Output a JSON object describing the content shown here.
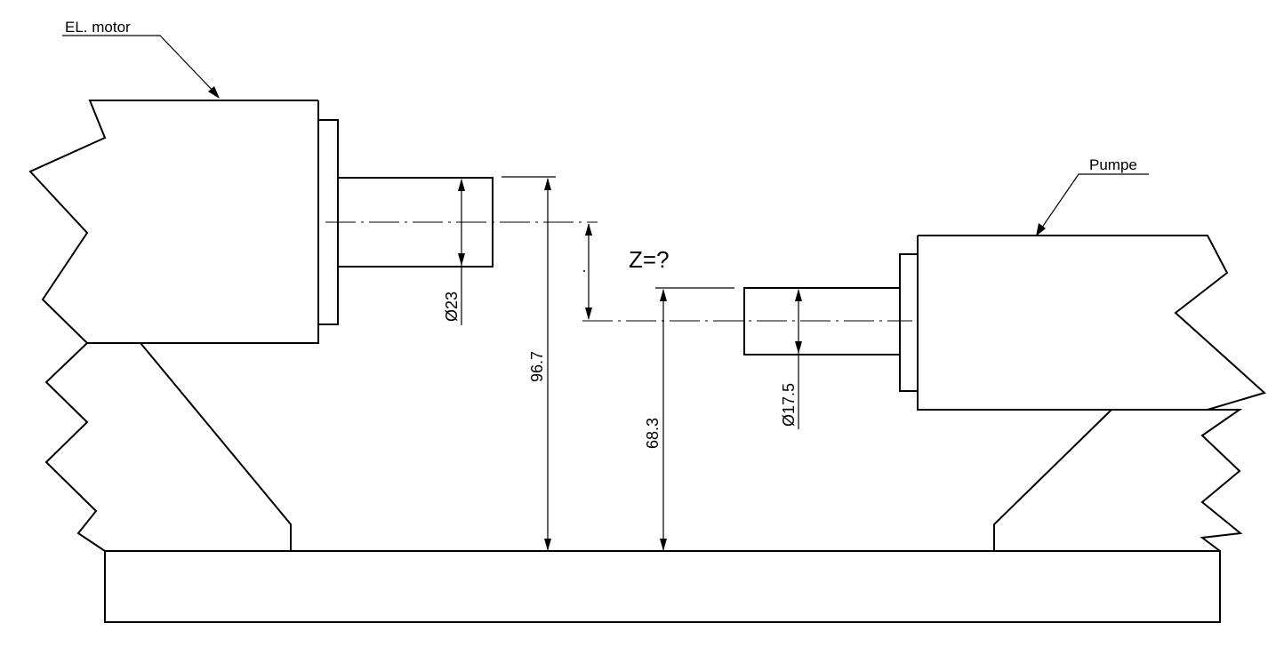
{
  "labels": {
    "motor": "EL. motor",
    "pump": "Pumpe",
    "unknown": "Z=?"
  },
  "dimensions": {
    "motor_shaft_diameter": "Ø23",
    "pump_shaft_diameter": "Ø17.5",
    "motor_axis_height": "96.7",
    "pump_axis_height": "68.3"
  }
}
